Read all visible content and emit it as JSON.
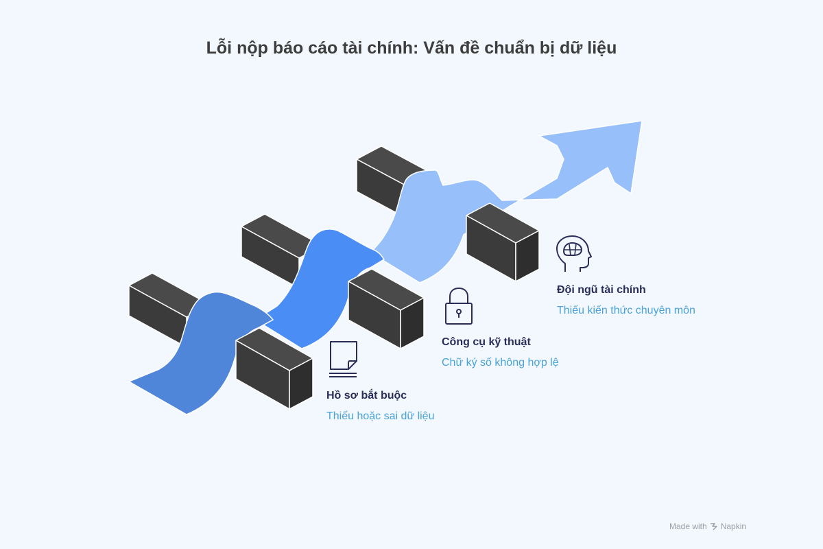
{
  "title": "Lỗi nộp báo cáo tài chính: Vấn đề chuẩn bị dữ liệu",
  "steps": [
    {
      "title": "Hồ sơ bắt buộc",
      "description": "Thiếu hoặc sai dữ liệu",
      "icon": "document-icon",
      "color": "#4f86d9"
    },
    {
      "title": "Công cụ kỹ thuật",
      "description": "Chữ ký số không hợp lệ",
      "icon": "lock-icon",
      "color": "#4a8ef5"
    },
    {
      "title": "Đội ngũ tài chính",
      "description": "Thiếu kiến thức chuyên môn",
      "icon": "brain-head-icon",
      "color": "#97bffa"
    }
  ],
  "colors": {
    "barrier": "#3f3f3f",
    "barrier_edge": "#ffffff",
    "title": "#3d3d3d",
    "step_title": "#2a2d57",
    "step_desc": "#4aa3d6"
  },
  "credit": {
    "prefix": "Made with",
    "brand": "Napkin"
  }
}
